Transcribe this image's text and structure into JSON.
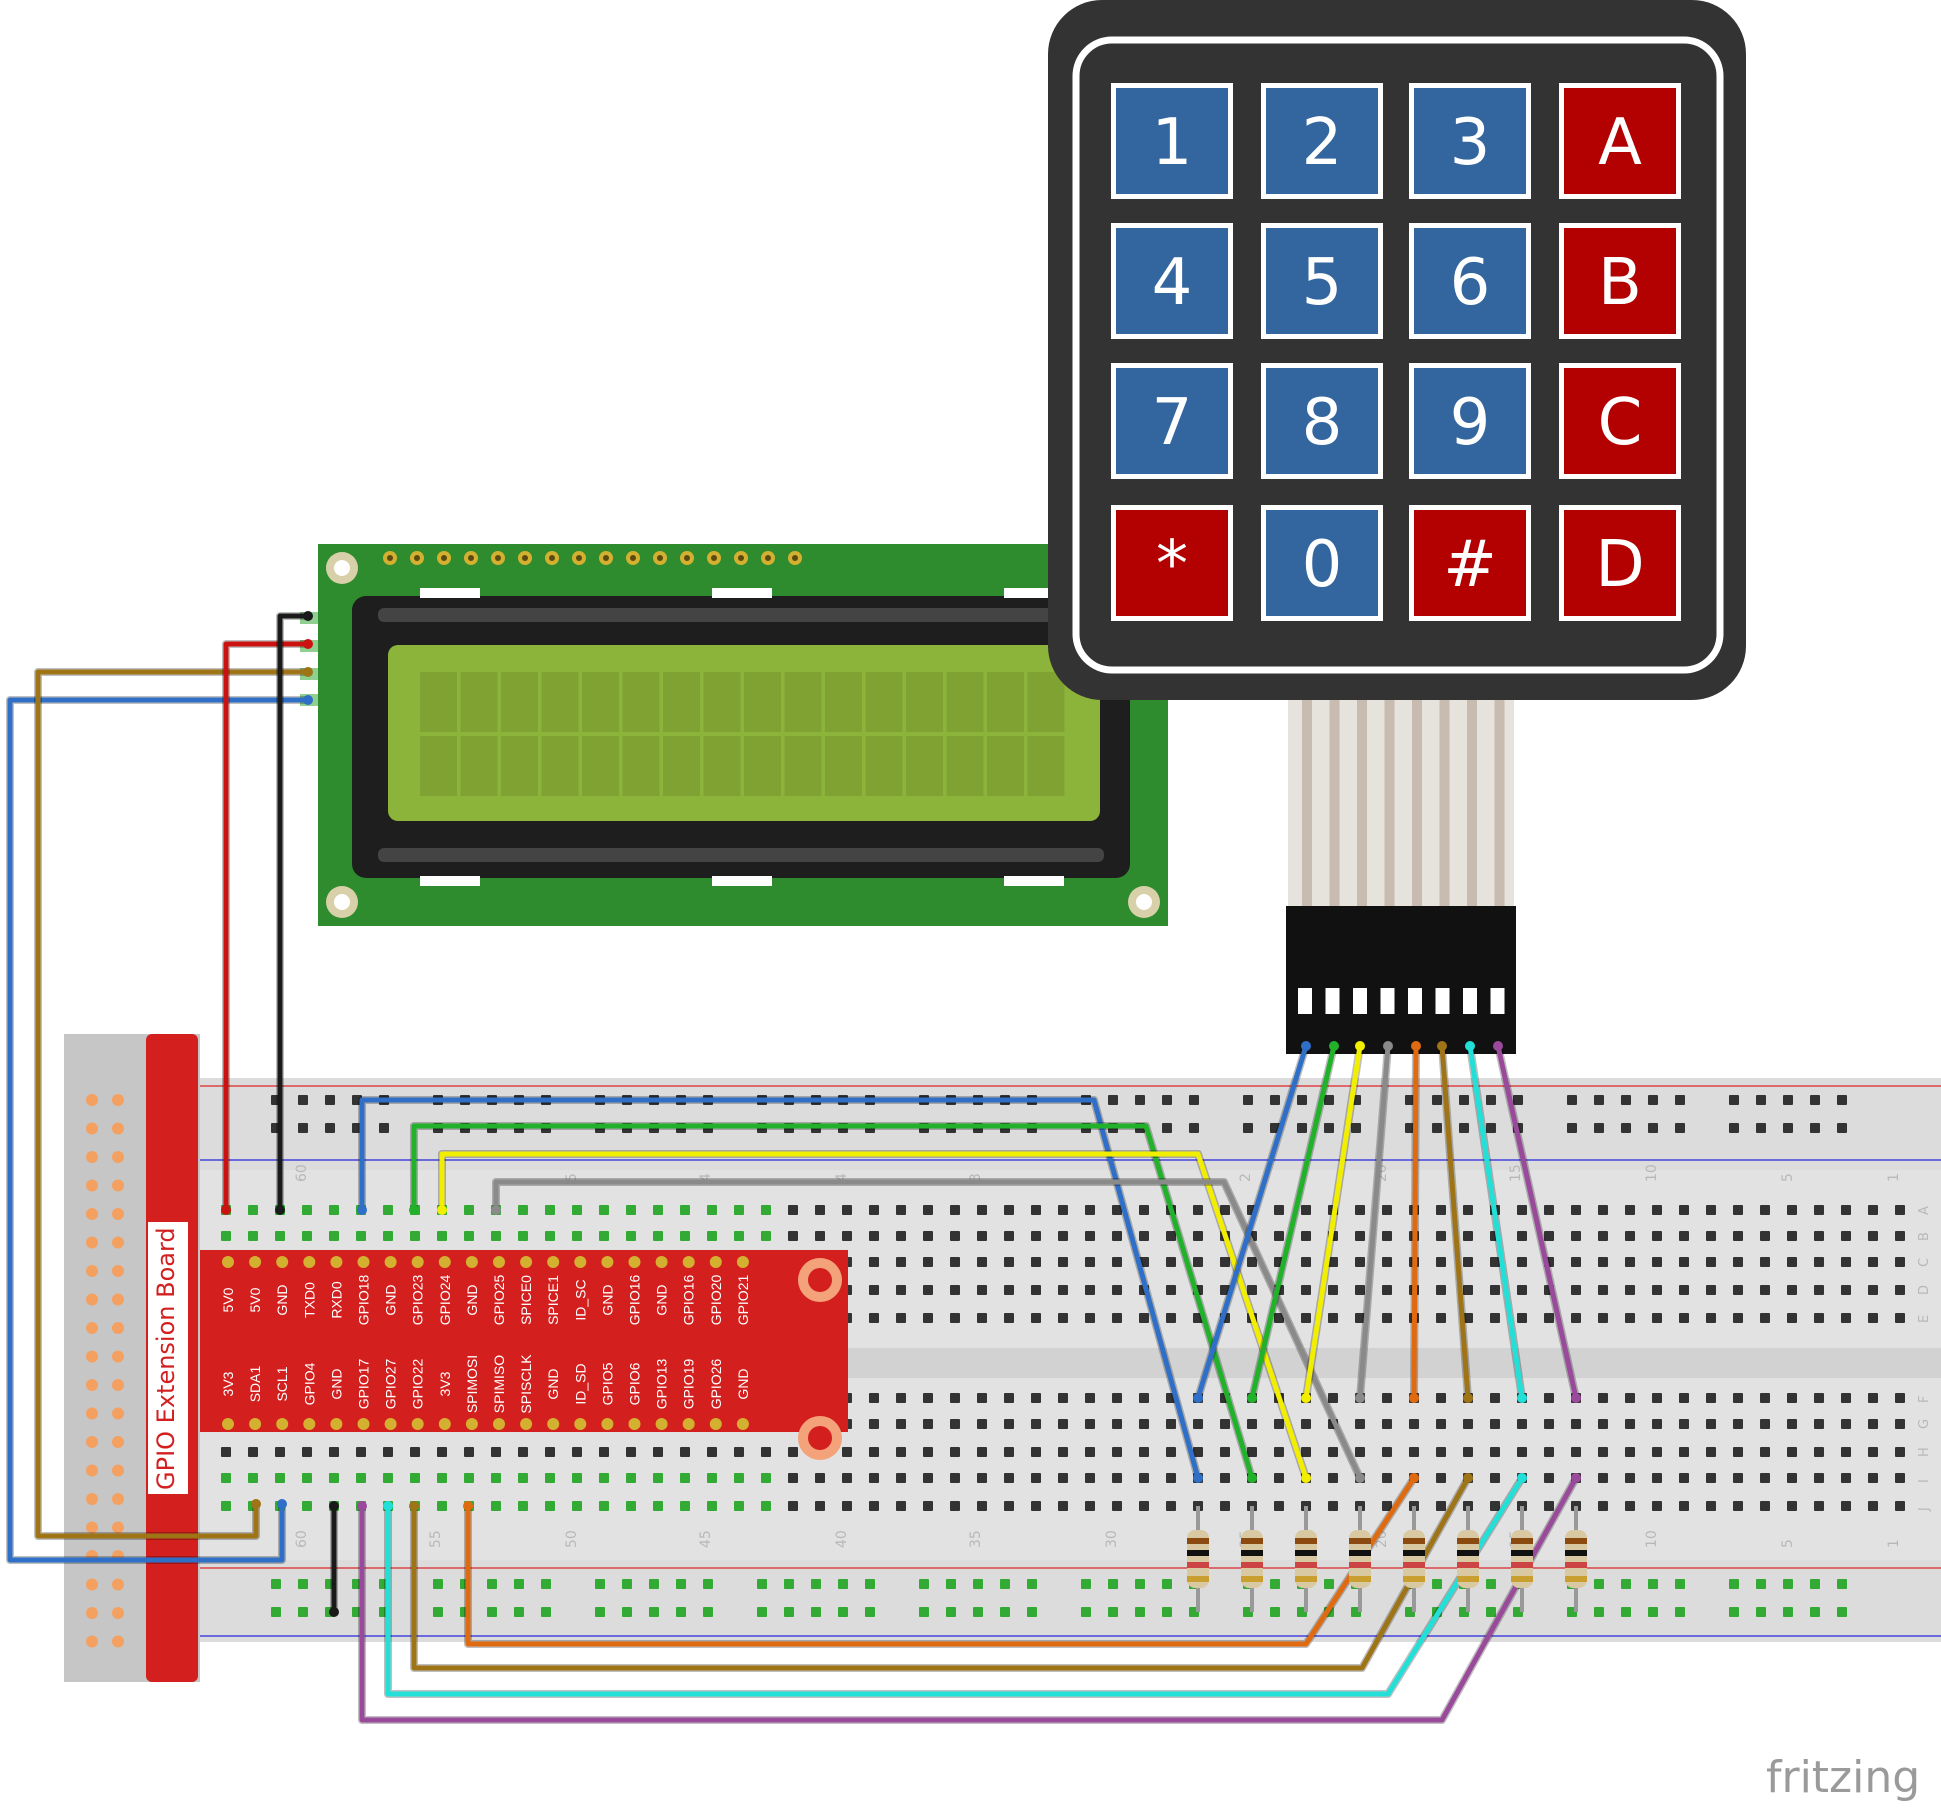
{
  "keypad": {
    "rows": [
      [
        {
          "label": "1",
          "color": "#33669e"
        },
        {
          "label": "2",
          "color": "#33669e"
        },
        {
          "label": "3",
          "color": "#33669e"
        },
        {
          "label": "A",
          "color": "#b30000"
        }
      ],
      [
        {
          "label": "4",
          "color": "#33669e"
        },
        {
          "label": "5",
          "color": "#33669e"
        },
        {
          "label": "6",
          "color": "#33669e"
        },
        {
          "label": "B",
          "color": "#b30000"
        }
      ],
      [
        {
          "label": "7",
          "color": "#33669e"
        },
        {
          "label": "8",
          "color": "#33669e"
        },
        {
          "label": "9",
          "color": "#33669e"
        },
        {
          "label": "C",
          "color": "#b30000"
        }
      ],
      [
        {
          "label": "*",
          "color": "#b30000"
        },
        {
          "label": "0",
          "color": "#33669e"
        },
        {
          "label": "#",
          "color": "#b30000"
        },
        {
          "label": "D",
          "color": "#b30000"
        }
      ]
    ]
  },
  "gpio_board": {
    "title": "GPIO Extension Board",
    "top_pins": [
      "5V0",
      "5V0",
      "GND",
      "TXD0",
      "RXD0",
      "GPIO18",
      "GND",
      "GPIO23",
      "GPIO24",
      "GND",
      "GPIO25",
      "SPICE0",
      "SPICE1",
      "ID_SC",
      "GND",
      "GPIO16",
      "GND",
      "GPIO16",
      "GPIO20",
      "GPIO21"
    ],
    "bottom_pins": [
      "3V3",
      "SDA1",
      "SCL1",
      "GPIO4",
      "GND",
      "GPIO17",
      "GPIO27",
      "GPIO22",
      "3V3",
      "SPIMOSI",
      "SPIMISO",
      "SPISCLK",
      "GND",
      "ID_SD",
      "GPIO5",
      "GPIO6",
      "GPIO13",
      "GPIO19",
      "GPIO26",
      "GND"
    ]
  },
  "breadboard": {
    "top_numbers": [
      "60",
      "5",
      "4",
      "4",
      "3",
      "2",
      "20",
      "15",
      "10",
      "5",
      "1"
    ],
    "bottom_numbers": [
      "60",
      "55",
      "50",
      "45",
      "40",
      "35",
      "30",
      "25",
      "20",
      "15",
      "10",
      "5",
      "1"
    ],
    "top_letters": [
      "A",
      "B",
      "C",
      "D",
      "E"
    ],
    "bottom_letters": [
      "F",
      "G",
      "H",
      "I",
      "J"
    ]
  },
  "wire_colors": {
    "blue": "#2f6fc7",
    "brown": "#9e7416",
    "red": "#cc1111",
    "black": "#1a1a1a",
    "green": "#22b12a",
    "yellow": "#f2ee00",
    "gray": "#8a8a8a",
    "orange": "#e06a10",
    "cyan": "#22e0d8",
    "purple": "#9a4a9a"
  },
  "watermark": "fritzing"
}
